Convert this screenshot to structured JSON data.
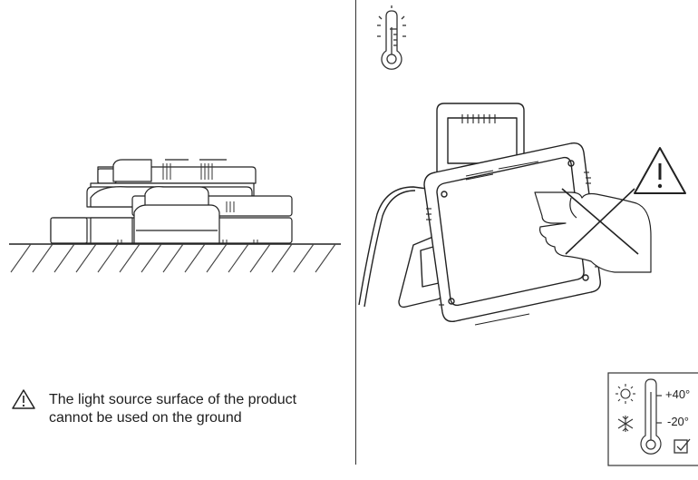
{
  "left_panel": {
    "warning_icon": "warning-triangle-icon",
    "warning_line_1": "The light source surface of the product",
    "warning_line_2": "cannot be used on the ground"
  },
  "right_panel": {
    "top_icon": "thermometer-heat-icon",
    "caution_icon": "warning-triangle-icon",
    "temperature_box": {
      "max_label": "+40°",
      "min_label": "-20°",
      "sun_icon": "sun-icon",
      "snow_icon": "snowflake-icon",
      "check_icon": "checkbox-checked-icon"
    }
  }
}
